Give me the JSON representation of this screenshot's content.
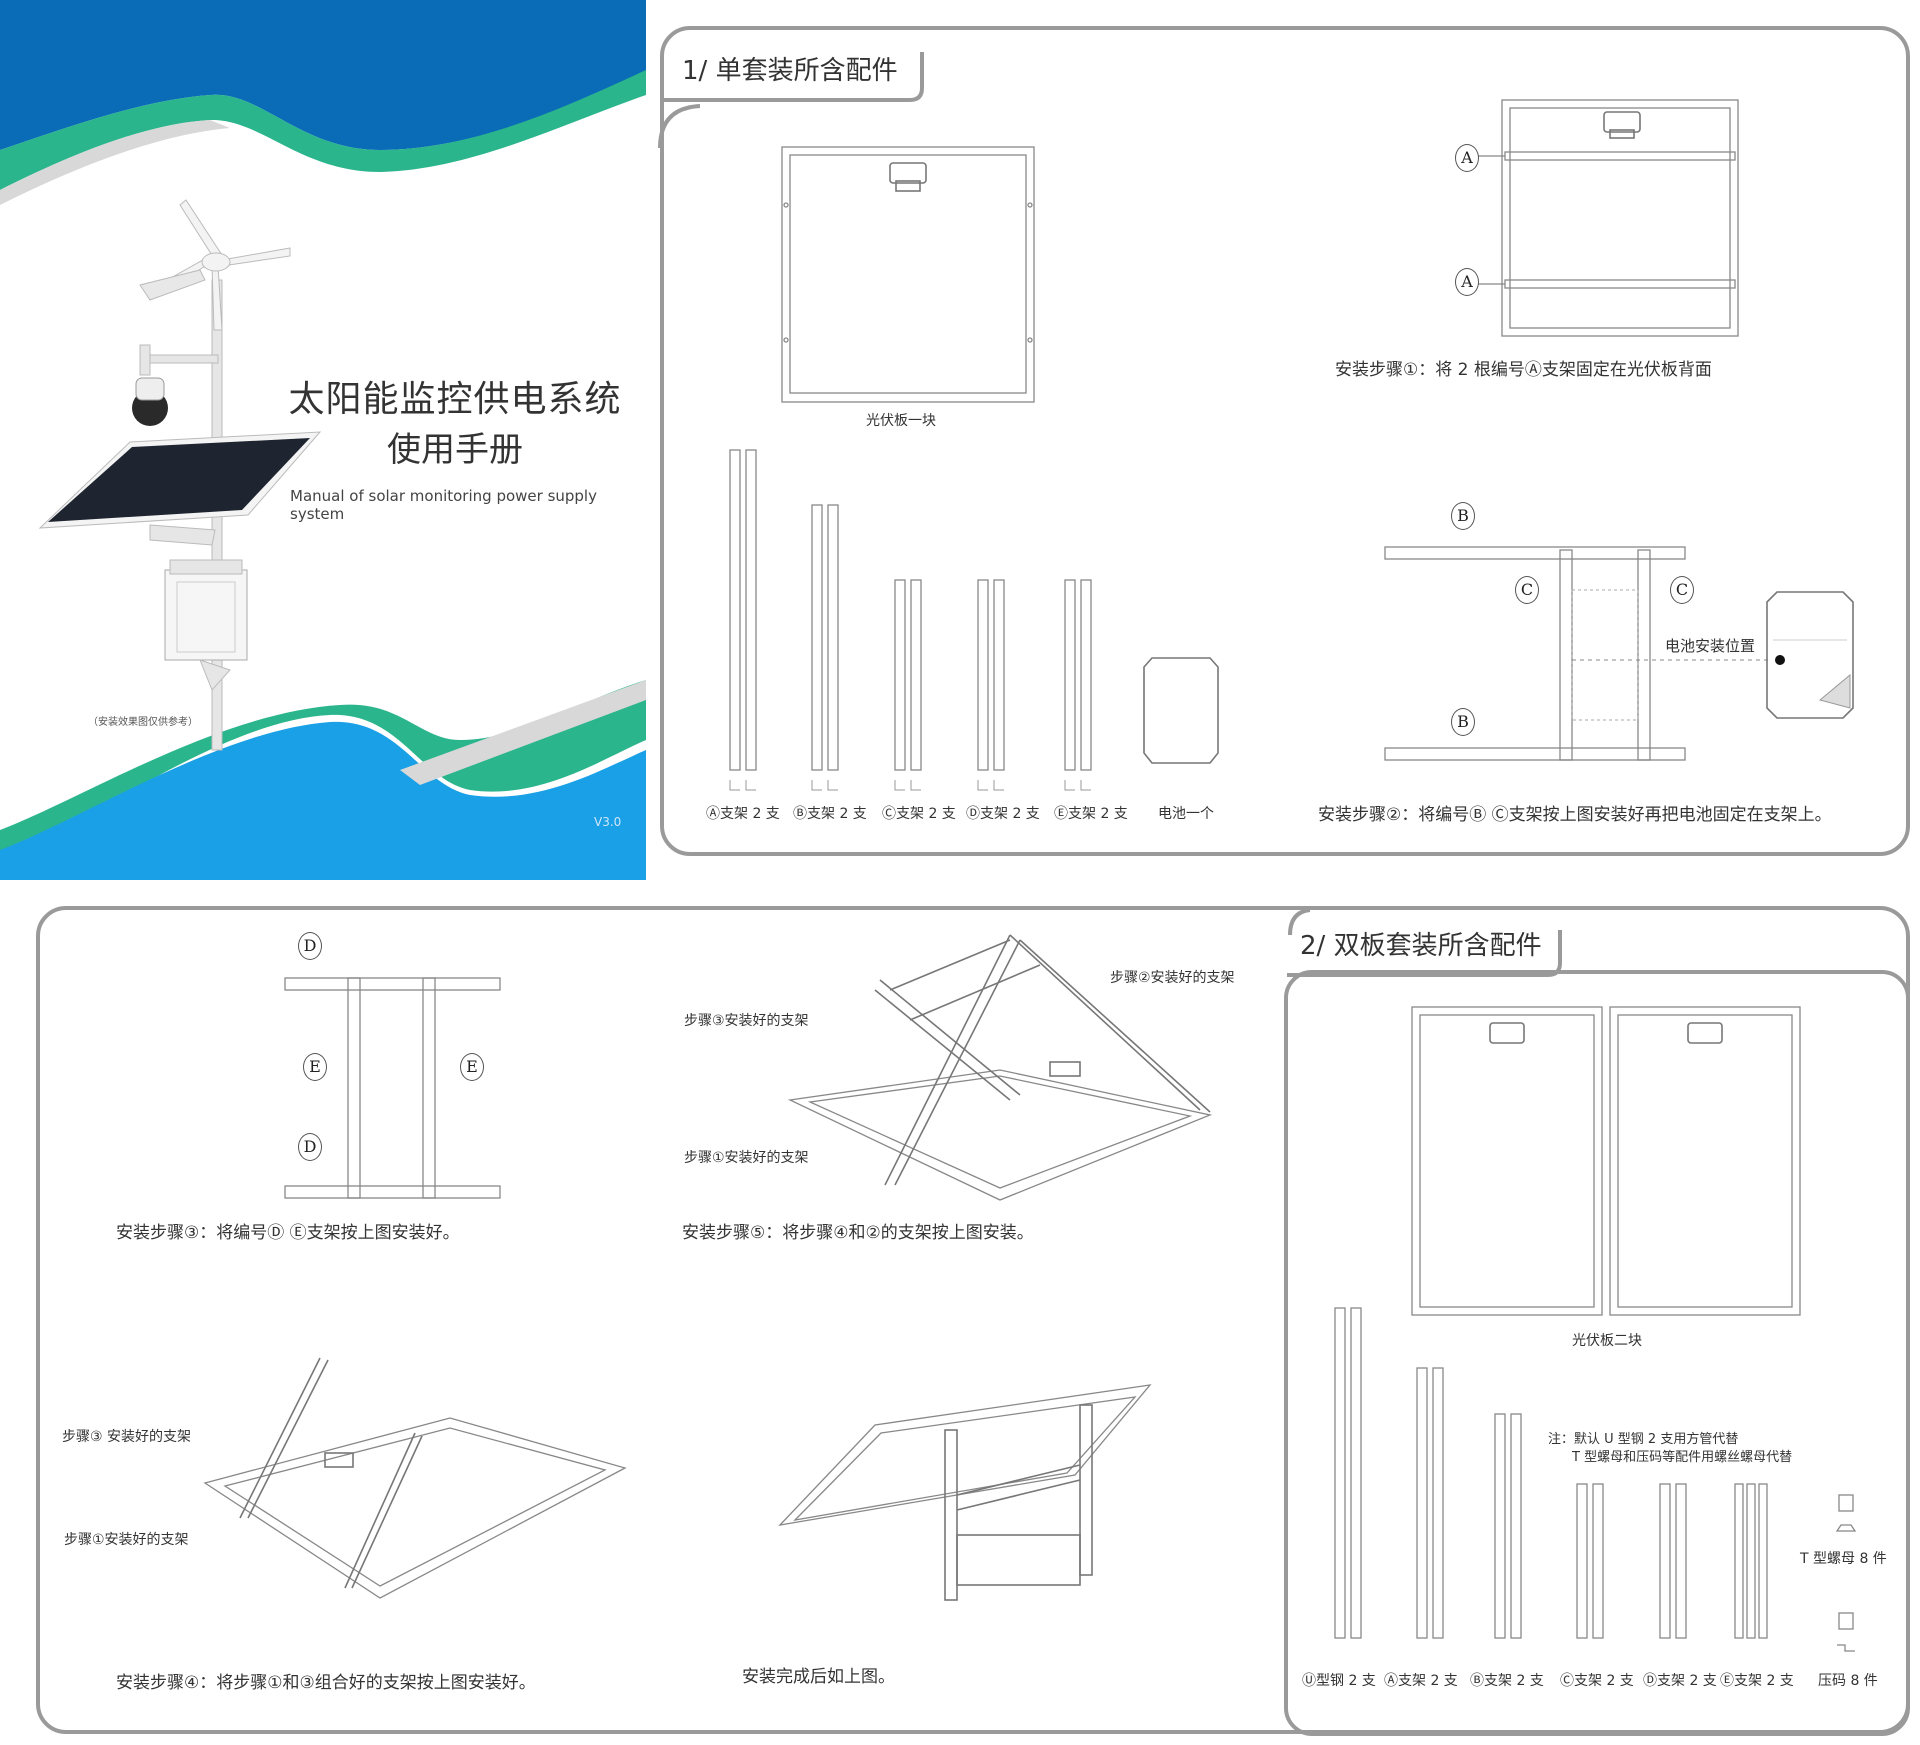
{
  "cover": {
    "title": "太阳能监控供电系统",
    "subtitle": "使用手册",
    "english": "Manual of solar monitoring power supply system",
    "note": "（安装效果图仅供参考）",
    "version": "V3.0",
    "colors": {
      "blue": "#0a6cb6",
      "teal": "#2bb58c",
      "sky": "#1aa0e6",
      "gray": "#d6d6d6"
    }
  },
  "section1": {
    "title": "1/ 单套装所含配件",
    "panel_caption": "光伏板一块",
    "step1": "安装步骤①：将 2 根编号Ⓐ支架固定在光伏板背面",
    "step2": "安装步骤②：将编号Ⓑ Ⓒ支架按上图安装好再把电池固定在支架上。",
    "battery_position": "电池安装位置",
    "parts": [
      "Ⓐ支架 2 支",
      "Ⓑ支架 2 支",
      "Ⓒ支架 2 支",
      "Ⓓ支架 2 支",
      "Ⓔ支架 2 支",
      "电池一个"
    ],
    "marks": {
      "a": "A",
      "b": "B",
      "c": "C",
      "d": "D",
      "e": "E"
    }
  },
  "section_steps": {
    "step3": "安装步骤③：将编号Ⓓ Ⓔ支架按上图安装好。",
    "step5": "安装步骤⑤：将步骤④和②的支架按上图安装。",
    "step4": "安装步骤④：将步骤①和③组合好的支架按上图安装好。",
    "done": "安装完成后如上图。",
    "lbl_step2": "步骤②安装好的支架",
    "lbl_step3": "步骤③安装好的支架",
    "lbl_step1": "步骤①安装好的支架",
    "lbl_step3b": "步骤③ 安装好的支架",
    "lbl_step1b": "步骤①安装好的支架"
  },
  "section2": {
    "title": "2/ 双板套装所含配件",
    "panel_caption": "光伏板二块",
    "note1": "注：默认 U 型钢 2 支用方管代替",
    "note2": "T 型螺母和压码等配件用螺丝螺母代替",
    "t_nut": "T 型螺母 8 件",
    "parts": [
      "Ⓤ型钢 2 支",
      "Ⓐ支架 2 支",
      "Ⓑ支架 2 支",
      "Ⓒ支架 2 支",
      "Ⓓ支架 2 支",
      "Ⓔ支架 2 支",
      "压码 8 件"
    ]
  }
}
